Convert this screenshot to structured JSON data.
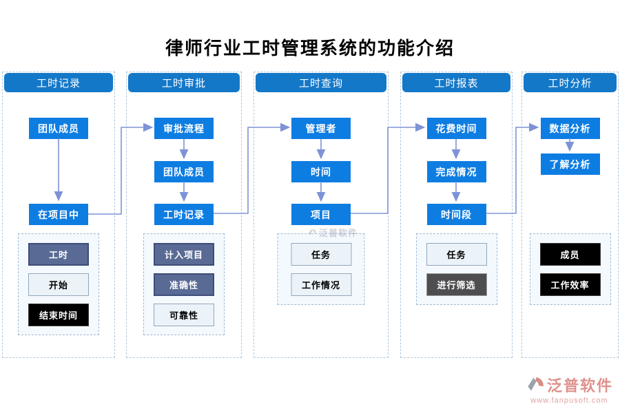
{
  "title": "律师行业工时管理系统的功能介绍",
  "colors": {
    "header_blue": "#1478c8",
    "node_blue": "#0e7de2",
    "arrow": "#7e93d6",
    "column_dash": "#adc7df",
    "panel_bg": "#f4f9fd",
    "panel_dash": "#9fbbd4",
    "slate_box": "#596a94",
    "light_box": "#ebf3f9",
    "black_box": "#000000",
    "gray_box": "#4e4e50",
    "brand_pink": "#df908c"
  },
  "columns": [
    {
      "header": "工时记录",
      "flow": [
        "团队成员",
        "在项目中"
      ],
      "panel": [
        {
          "label": "工时",
          "variant": "slate"
        },
        {
          "label": "开始",
          "variant": "light"
        },
        {
          "label": "结束时间",
          "variant": "black"
        }
      ]
    },
    {
      "header": "工时审批",
      "flow": [
        "审批流程",
        "团队成员",
        "工时记录"
      ],
      "panel": [
        {
          "label": "计入项目",
          "variant": "slate"
        },
        {
          "label": "准确性",
          "variant": "slate"
        },
        {
          "label": "可靠性",
          "variant": "light"
        }
      ]
    },
    {
      "header": "工时查询",
      "flow": [
        "管理者",
        "时间",
        "项目"
      ],
      "panel": [
        {
          "label": "任务",
          "variant": "light"
        },
        {
          "label": "工作情况",
          "variant": "light"
        }
      ]
    },
    {
      "header": "工时报表",
      "flow": [
        "花费时间",
        "完成情况",
        "时间段"
      ],
      "panel": [
        {
          "label": "任务",
          "variant": "light"
        },
        {
          "label": "进行筛选",
          "variant": "gray"
        }
      ]
    },
    {
      "header": "工时分析",
      "flow": [
        "数据分析",
        "了解分析"
      ],
      "panel": [
        {
          "label": "成员",
          "variant": "black"
        },
        {
          "label": "工作效率",
          "variant": "black"
        }
      ]
    }
  ],
  "watermark": "泛普软件",
  "brand": {
    "name": "泛普软件",
    "url": "www.fanpusoft.com"
  }
}
